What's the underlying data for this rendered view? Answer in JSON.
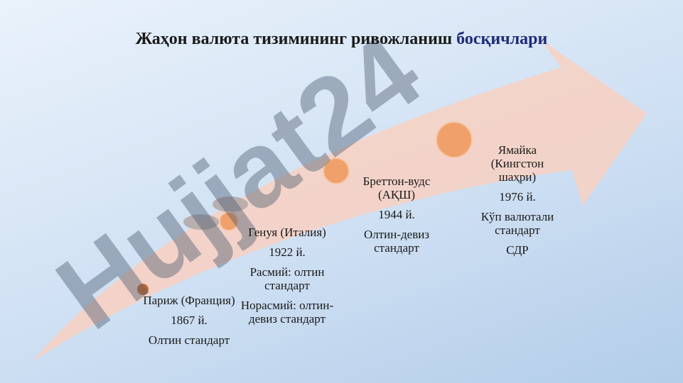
{
  "title": {
    "text": "Жаҳон валюта тизимининг ривожланиш ",
    "highlight": "босқичлари"
  },
  "stages": [
    {
      "place": "Париж (Франция)",
      "year": "1867 й.",
      "lines": [
        "Олтин стандарт"
      ]
    },
    {
      "place": "Генуя (Италия)",
      "year": "1922 й.",
      "lines": [
        "Расмий: олтин стандарт",
        "Норасмий: олтин-девиз стандарт"
      ]
    },
    {
      "place": "Бреттон-вудс (АҚШ)",
      "year": "1944 й.",
      "lines": [
        "Олтин-девиз стандарт"
      ]
    },
    {
      "place": "Ямайка (Кингстон шаҳри)",
      "year": "1976 й.",
      "lines": [
        "Кўп валютали стандарт",
        "СДР"
      ]
    }
  ],
  "watermark": "Hujjat24",
  "colors": {
    "arrow": "#f6d2c4",
    "dot_dark": "#c8682f",
    "dot": "#f0a06a",
    "watermark": "#4a5a6e"
  }
}
